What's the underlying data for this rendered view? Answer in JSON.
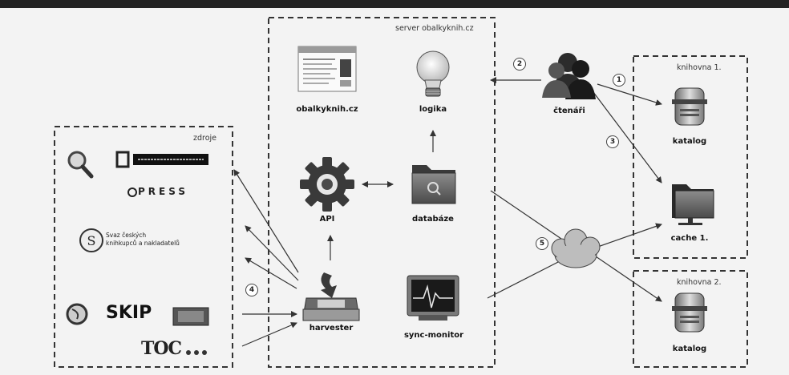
{
  "boxes": {
    "zdroje": "zdroje",
    "server": "server obalkyknih.cz",
    "knihovna1": "knihovna 1.",
    "knihovna2": "knihovna 2."
  },
  "nodes": {
    "obalkyknih": "obalkyknih.cz",
    "logika": "logika",
    "ctenari": "čtenáři",
    "api": "API",
    "databaze": "databáze",
    "harvester": "harvester",
    "sync_monitor": "sync-monitor",
    "katalog1": "katalog",
    "cache1": "cache 1.",
    "katalog2": "katalog"
  },
  "steps": [
    "1",
    "2",
    "3",
    "4",
    "5"
  ],
  "sources": {
    "press": "PRESS",
    "svaz_line1": "Svaz českých",
    "svaz_line2": "knihkupců a nakladatelů",
    "skip": "SKIP",
    "toc": "TOC"
  },
  "icons": {
    "search": "magnifier-icon",
    "logic": "lightbulb-icon",
    "readers": "users-icon",
    "api": "gear-icon",
    "db": "folder-icon",
    "harvester": "inbox-download-icon",
    "monitor": "monitor-icon",
    "server": "server-icon",
    "cloud": "cloud-icon"
  }
}
